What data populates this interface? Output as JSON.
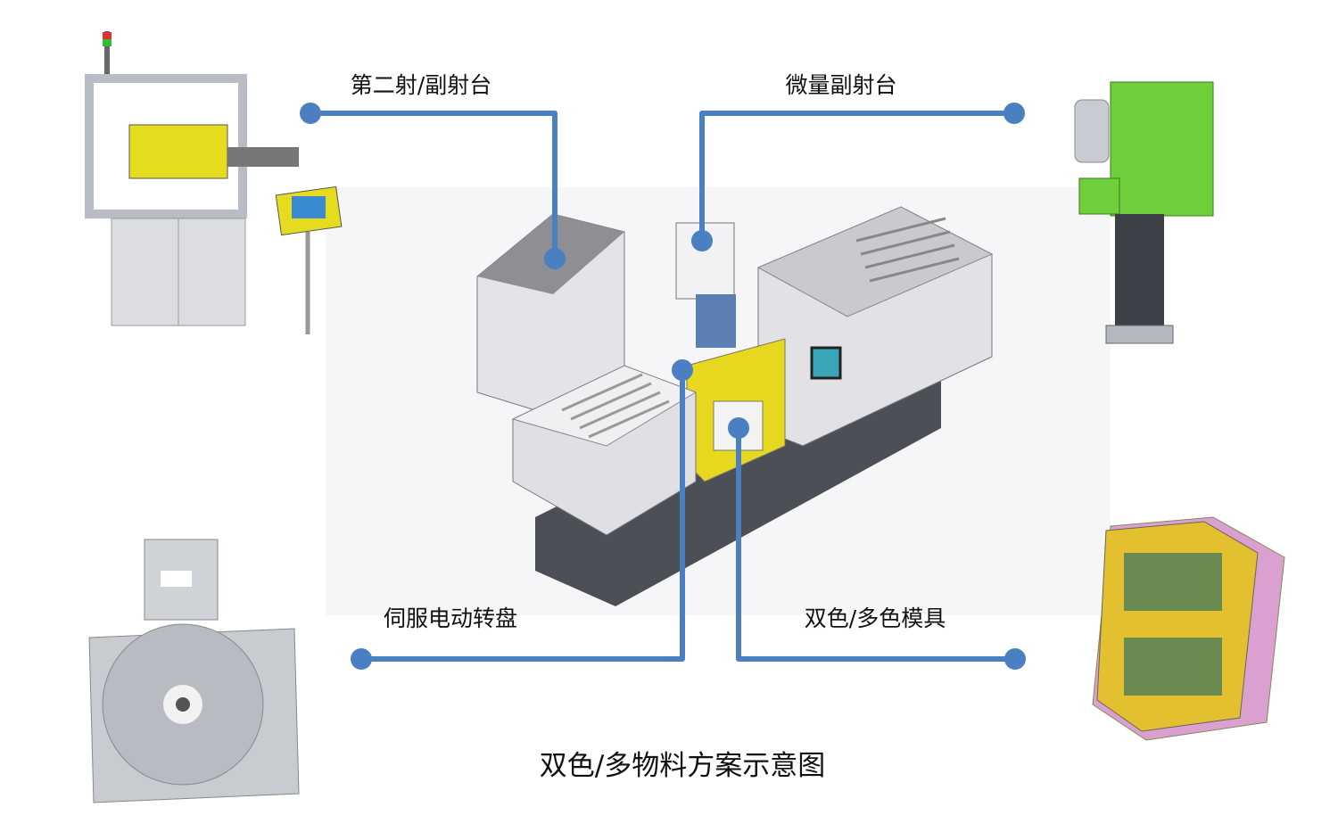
{
  "labels": {
    "second_injection": "第二射/副射台",
    "micro_injection": "微量副射台",
    "servo_rotary_table": "伺服电动转盘",
    "multi_color_mold": "双色/多色模具"
  },
  "caption": "双色/多物料方案示意图",
  "colors": {
    "connector": "#4a7fc1",
    "machine_yellow": "#e8d820",
    "unit_green": "#6fcf3a",
    "mold_pink": "#d9a0d0"
  }
}
